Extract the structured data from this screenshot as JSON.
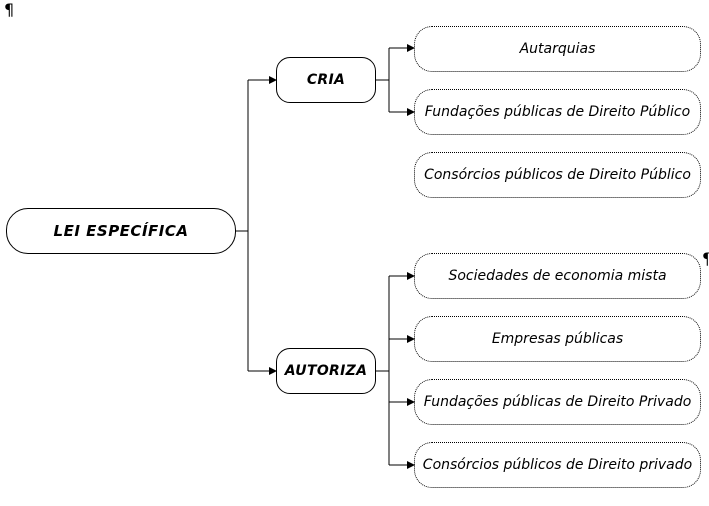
{
  "pilcrows": [
    "¶",
    "¶"
  ],
  "root": {
    "label": "LEI ESPECÍFICA"
  },
  "branches": [
    {
      "label": "CRIA",
      "children": [
        {
          "label": "Autarquias"
        },
        {
          "label": "Fundações públicas de Direito Público"
        },
        {
          "label": "Consórcios públicos de Direito Público"
        }
      ]
    },
    {
      "label": "AUTORIZA",
      "children": [
        {
          "label": "Sociedades de economia mista"
        },
        {
          "label": "Empresas públicas"
        },
        {
          "label": "Fundações públicas de Direito Privado"
        },
        {
          "label": "Consórcios públicos de Direito privado"
        }
      ]
    }
  ]
}
